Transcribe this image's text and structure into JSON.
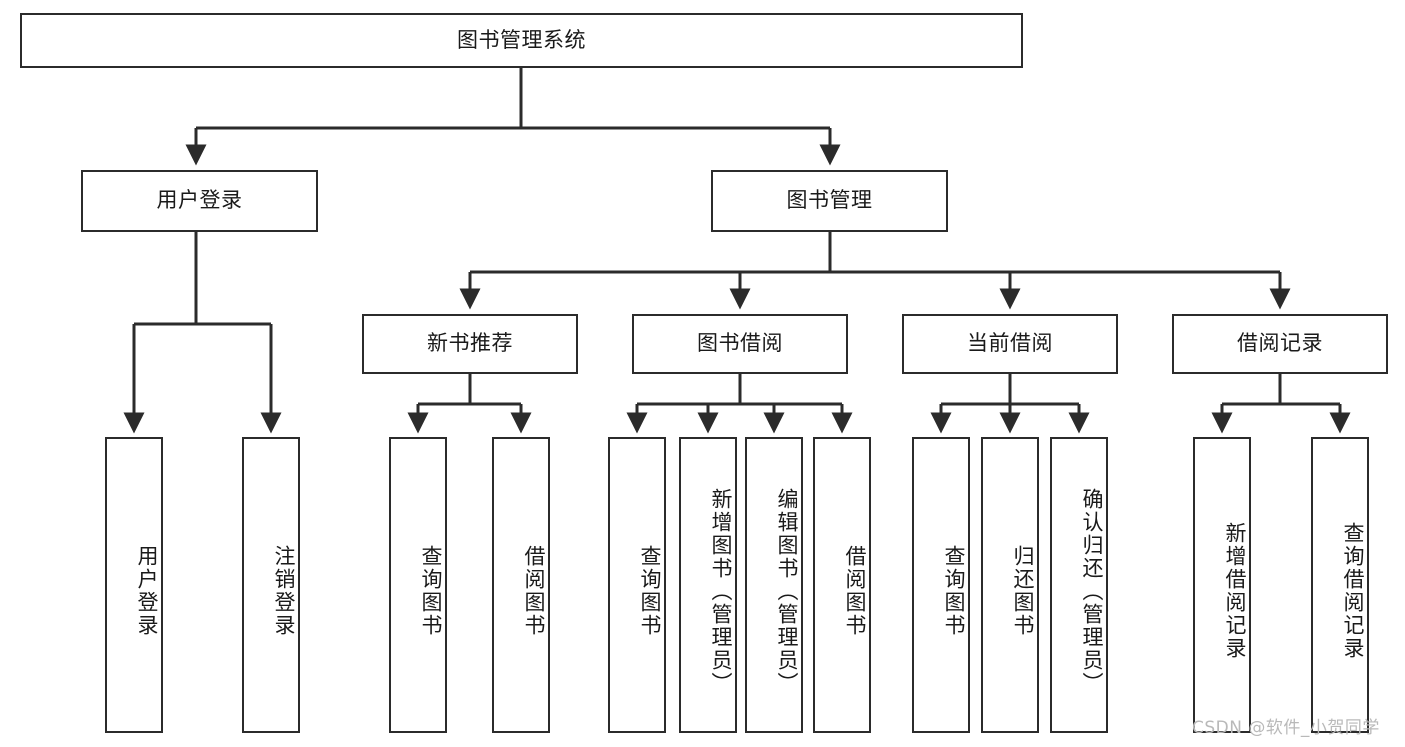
{
  "diagram": {
    "type": "tree",
    "title": "图书管理系统",
    "root": {
      "label": "图书管理系统",
      "level": 0
    },
    "level1": [
      {
        "label": "用户登录"
      },
      {
        "label": "图书管理"
      }
    ],
    "level2": [
      {
        "label": "新书推荐",
        "parent": "图书管理"
      },
      {
        "label": "图书借阅",
        "parent": "图书管理"
      },
      {
        "label": "当前借阅",
        "parent": "图书管理"
      },
      {
        "label": "借阅记录",
        "parent": "图书管理"
      }
    ],
    "leaves": {
      "user_login": [
        {
          "label": "用户登录"
        },
        {
          "label": "注销登录"
        }
      ],
      "new_book": [
        {
          "label": "查询图书"
        },
        {
          "label": "借阅图书"
        }
      ],
      "book_borrow": [
        {
          "label": "查询图书"
        },
        {
          "label": "新增图书（管理员）"
        },
        {
          "label": "编辑图书（管理员）"
        },
        {
          "label": "借阅图书"
        }
      ],
      "current_borrow": [
        {
          "label": "查询图书"
        },
        {
          "label": "归还图书"
        },
        {
          "label": "确认归还（管理员）"
        }
      ],
      "borrow_record": [
        {
          "label": "新增借阅记录"
        },
        {
          "label": "查询借阅记录"
        }
      ]
    },
    "watermark": "CSDN @软件_小贺同学",
    "colors": {
      "stroke": "#2b2b2b",
      "fill": "#ffffff",
      "text": "#1a1a1a",
      "watermark": "#b9b9b9"
    }
  }
}
